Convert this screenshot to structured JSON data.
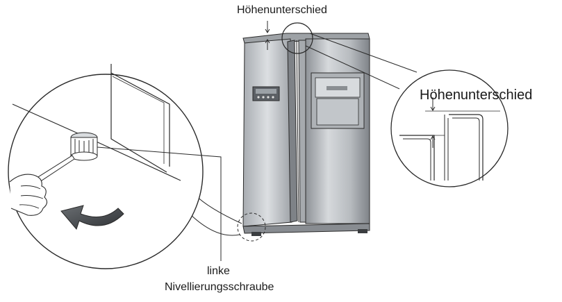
{
  "labels": {
    "height_difference_top": "Höhenunterschied",
    "height_difference_detail": "Höhenunterschied",
    "left_leveling_screw_line1": "linke",
    "left_leveling_screw_line2": "Nivellierungsschraube"
  },
  "colors": {
    "line": "#2a2a2a",
    "fridge_body": "#c9ccd0",
    "fridge_shadow": "#8f9398",
    "arrow": "#3c3f42"
  }
}
